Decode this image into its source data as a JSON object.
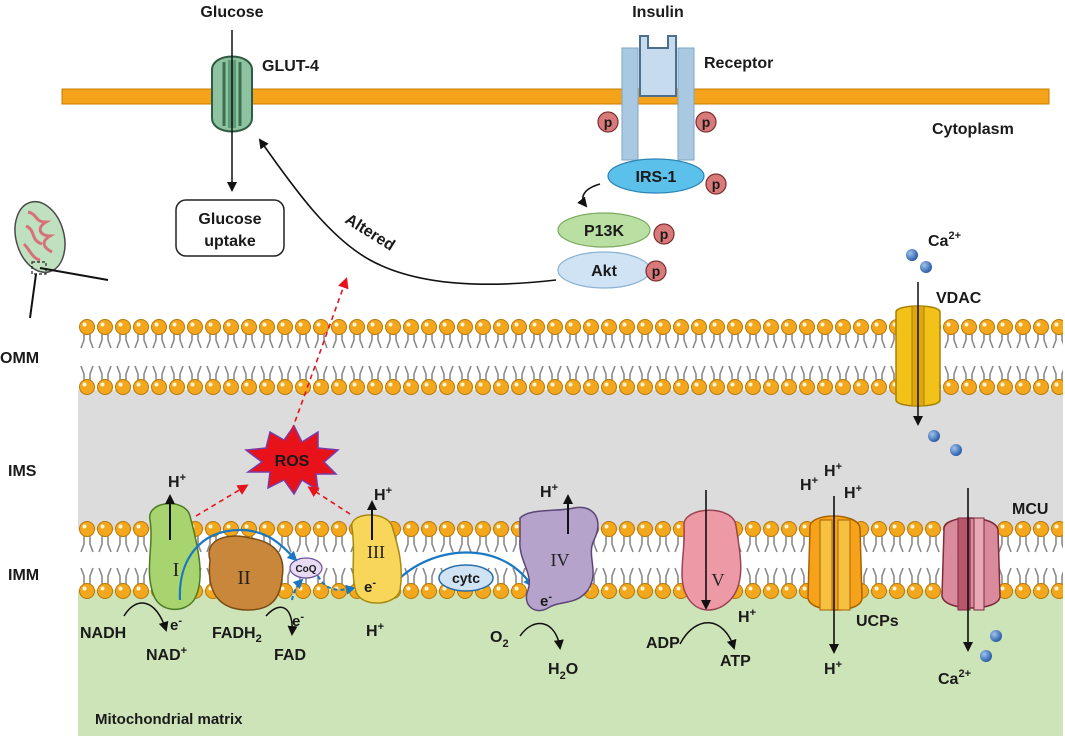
{
  "labels": {
    "glucose": "Glucose",
    "insulin": "Insulin",
    "glut4": "GLUT-4",
    "receptor": "Receptor",
    "cytoplasm": "Cytoplasm",
    "irs1": "IRS-1",
    "p13k": "P13K",
    "akt": "Akt",
    "phospho": "p",
    "glucose_uptake_line1": "Glucose",
    "glucose_uptake_line2": "uptake",
    "altered": "Altered",
    "ca": "Ca",
    "ca_charge": "2+",
    "vdac": "VDAC",
    "omm": "OMM",
    "ims": "IMS",
    "imm": "IMM",
    "ros": "ROS",
    "mcu": "MCU",
    "ucps": "UCPs",
    "cytc": "cytc",
    "coq": "CoQ",
    "complex_1": "I",
    "complex_2": "II",
    "complex_3": "III",
    "complex_4": "IV",
    "complex_5": "V",
    "h": "H",
    "h_charge": "+",
    "e": "e",
    "e_charge": "-",
    "nadh": "NADH",
    "nad": "NAD",
    "nad_charge": "+",
    "fadh": "FADH",
    "fadh_sub": "2",
    "fad": "FAD",
    "o": "O",
    "o_sub": "2",
    "h2o_h": "H",
    "h2o_sub": "2",
    "h2o_o": "O",
    "adp": "ADP",
    "atp": "ATP",
    "matrix": "Mitochondrial matrix"
  },
  "colors": {
    "plasma_membrane": "#f5a31a",
    "ims_background": "#dcdcdc",
    "matrix_background": "#cde3b8",
    "lipid_head": "#f2a71c",
    "complex_1": "#a8d46f",
    "complex_2": "#c8873a",
    "complex_3": "#f7d65a",
    "complex_4": "#b5a3cc",
    "complex_5": "#ee9aa6",
    "ucp": "#f7a21b",
    "mcu": "#d98a9b",
    "vdac": "#f2c218",
    "ros": "#e8121b",
    "irs1": "#5bc0ea",
    "p13k": "#b9dfa3",
    "akt": "#cfe3f5",
    "phospho": "#d97a7a",
    "electron_arrow": "#1a78c2",
    "ros_arrow": "#e8121b"
  }
}
